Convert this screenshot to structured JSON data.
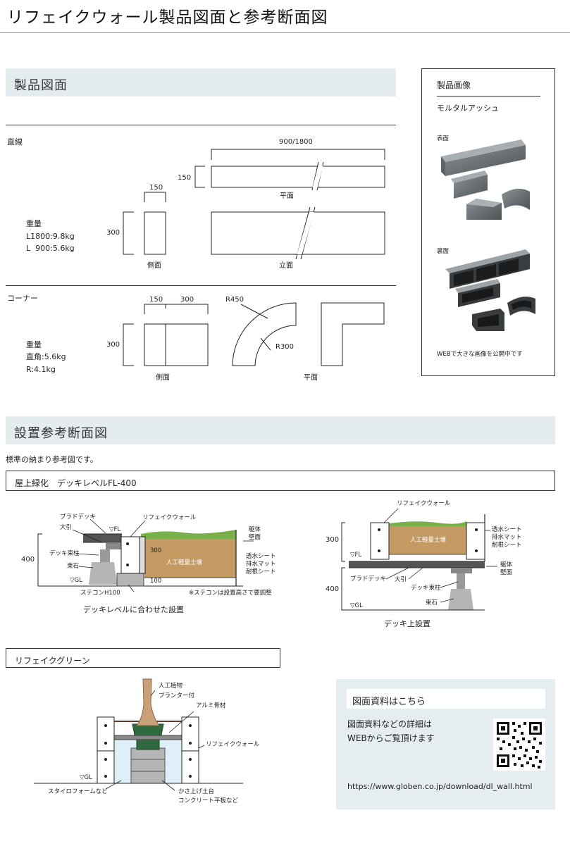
{
  "page": {
    "title": "リフェイクウォール製品図面と参考断面図"
  },
  "product_drawing": {
    "header": "製品図面",
    "straight": {
      "label": "直線",
      "dim_length": "900/1800",
      "dim_150_plan": "150",
      "dim_150_side": "150",
      "dim_300": "300",
      "plan_label": "平面",
      "side_label": "側面",
      "elevation_label": "立面",
      "weight_title": "重量",
      "weight_line1": "L1800:9.8kg",
      "weight_line2": "L  900:5.6kg"
    },
    "corner": {
      "label": "コーナー",
      "dim_150": "150",
      "dim_300_top": "300",
      "dim_300_side": "300",
      "r450": "R450",
      "r300": "R300",
      "side_label": "側面",
      "plan_label": "平面",
      "weight_title": "重量",
      "weight_line1": "直角:5.6kg",
      "weight_line2": "R:4.1kg"
    }
  },
  "product_image_panel": {
    "header": "製品画像",
    "finish": "モルタルアッシュ",
    "front_label": "表面",
    "back_label": "裏面",
    "note": "WEBで大きな画像を公開中です"
  },
  "section": {
    "header": "設置参考断面図",
    "intro": "標準の納まり参考図です。",
    "rooftop_box": "屋上緑化　デッキレベルFL-400",
    "left_diagram": {
      "caption": "デッキレベルに合わせた設置",
      "deck": "プラドデッキ",
      "joist": "大引",
      "fl": "▽FL",
      "wall": "リフェイクウォール",
      "structure": "躯体\n壁面",
      "dim_400": "400",
      "deck_post": "デッキ束柱",
      "base_stone": "束石",
      "gl": "▽GL",
      "stecon": "ステコンH100",
      "soil": "人工軽量土壌",
      "dim_300": "300",
      "dim_100": "100",
      "sheet1": "透水シート",
      "sheet2": "排水マット",
      "sheet3": "耐根シート",
      "note": "※ステコンは設置高さで要調整"
    },
    "right_diagram": {
      "caption": "デッキ上設置",
      "wall": "リフェイクウォール",
      "dim_300": "300",
      "soil": "人工軽量土壌",
      "sheet1": "透水シート",
      "sheet2": "排水マット",
      "sheet3": "耐根シート",
      "fl": "▽FL",
      "structure": "躯体\n壁面",
      "deck": "プラドデッキ",
      "joist": "大引",
      "deck_post": "デッキ束柱",
      "dim_400": "400",
      "base_stone": "束石",
      "gl": "▽GL"
    },
    "green_box": "リフェイクグリーン",
    "green_diagram": {
      "plant": "人工植物",
      "planter": "プランター付",
      "alumi": "アルミ骨材",
      "wall": "リフェイクウォール",
      "gl": "▽GL",
      "styro": "スタイロフォームなど",
      "raise": "かさ上げ土台",
      "concrete": "コンクリート平板など"
    }
  },
  "info_panel": {
    "header": "図面資料はこちら",
    "line1": "図面資料などの詳細は",
    "line2": "WEBからご覧頂けます",
    "url": "https://www.globen.co.jp/download/dl_wall.html"
  },
  "colors": {
    "section_bar": "#e5ecef",
    "info_panel": "#e6edf0",
    "soil": "#c49a62",
    "grass": "#79b04a",
    "concrete": "#b5b5b5",
    "planter": "#2f6b3f",
    "styro": "#dff0f8"
  }
}
